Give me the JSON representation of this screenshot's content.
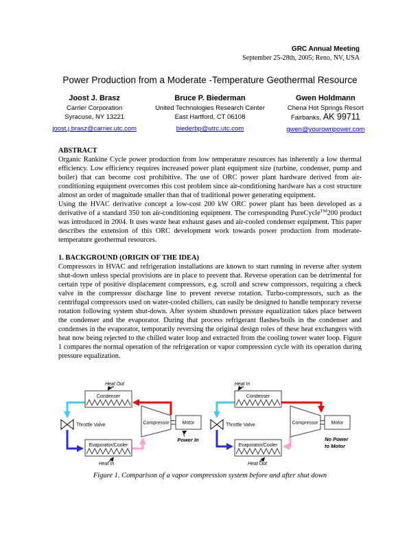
{
  "header": {
    "meeting": "GRC Annual Meeting",
    "date_location": "September 25-28th, 2005; Reno, NV, USA"
  },
  "title": "Power Production from a Moderate -Temperature Geothermal Resource",
  "authors": [
    {
      "name": "Joost J. Brasz",
      "affiliation": "Carrier Corporation",
      "location": "Syracuse, NY 13221",
      "email": "joost.j.brasz@carrier.utc.com"
    },
    {
      "name": "Bruce P. Biederman",
      "affiliation": "United Technologies Research Center",
      "location": "East Hartford, CT  06108",
      "email": "biederbp@utrc.utc.com"
    },
    {
      "name": "Gwen Holdmann",
      "affiliation": "Chena Hot Springs Resort",
      "location_prefix": "Fairbanks, ",
      "location_zip": "AK 99711",
      "email": "gwen@yourownpower.com"
    }
  ],
  "abstract": {
    "heading": "ABSTRACT",
    "para1": "Organic Rankine Cycle power production from low temperature resources has inherently a low thermal efficiency.  Low efficiency requires increased power plant equipment size (turbine, condenser, pump and boiler) that can become cost prohibitive.  The use of ORC power plant hardware derived from air-conditioning equipment overcomes this cost problem since air-conditioning hardware has a cost structure almost an order of magnitude smaller than that of traditional power generating equipment.",
    "para2_before": "Using the HVAC derivative concept a low-cost 200 kW ORC power plant has been developed as a derivative of a standard 350 ton air-conditioning equipment.  The corresponding PureCycle",
    "para2_tm": "TM",
    "para2_after": "200 product was introduced in 2004.  It uses waste heat exhaust gases and air-cooled condenser equipment.  This paper describes the extension of this ORC development work towards power production from moderate-temperature geothermal resources."
  },
  "section1": {
    "heading": "1. BACKGROUND (ORIGIN OF THE IDEA)",
    "body": "Compressors in HVAC and refrigeration installations are known to start running in reverse after system shut-down unless special provisions are in place to prevent that.  Reverse operation can be detrimental for certain type of positive displacement compressors, e.g. scroll and screw compressors, requiring a check valve in the compressor discharge line to prevent reverse rotation.  Turbo-compressors, such as the centrifugal compressors used on water-cooled chillers, can easily be designed to handle temporary reverse rotation following system shut-down. After system shutdown pressure equalization takes place between the condenser and the evaporator.  During that process refrigerant flashes/boils in the condenser and condenses in the evaporator, temporarily reversing the original design roles of these heat exchangers with heat now being rejected to the chilled water loop and extracted from the cooling tower water loop.  Figure 1 compares the normal operation of the refrigeration or vapor compression cycle with its operation during pressure equalization.",
    "body_end": "during pressure equalization."
  },
  "figure": {
    "caption": "Figure 1.  Comparison of a vapor compression system before and after shut down",
    "colors": {
      "hot_gas": "#ff0000",
      "condensed_liquid": "#44c8f4",
      "liquid": "#2b2bd5",
      "suction_vapor": "#ff9fd5"
    },
    "before": {
      "heat_top": "Heat Out",
      "condenser": "Condenser",
      "throttle_valve": "Throttle Valve",
      "evaporator": "Evaporator/Cooler",
      "heat_bottom": "Heat In",
      "compressor": "Compressor",
      "motor": "Motor",
      "power_line1": "Power In",
      "power_line2": ""
    },
    "after": {
      "heat_top": "Heat In",
      "condenser": "Condenser",
      "throttle_valve": "Throttle Valve",
      "evaporator": "Evaporator/Cooler",
      "heat_bottom": "Heat Out",
      "compressor": "Compressor",
      "motor": "Motor",
      "power_line1": "No Power",
      "power_line2": "to Motor"
    }
  }
}
